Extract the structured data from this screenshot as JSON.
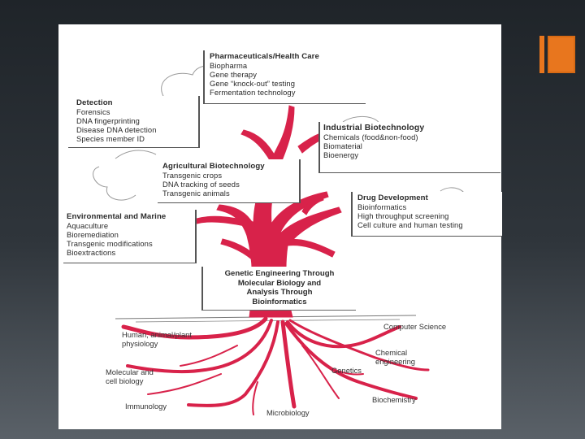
{
  "slide": {
    "boxes": {
      "pharma": {
        "title": "Pharmaceuticals/Health Care",
        "items": [
          "Biopharma",
          "Gene therapy",
          "Gene “knock-out” testing",
          "Fermentation technology"
        ]
      },
      "detection": {
        "title": "Detection",
        "items": [
          "Forensics",
          "DNA fingerprinting",
          "Disease DNA detection",
          "Species member ID"
        ]
      },
      "industrial": {
        "title": "Industrial Biotechnology",
        "items": [
          "Chemicals (food&non-food)",
          "Biomaterial",
          "Bioenergy"
        ]
      },
      "agricultural": {
        "title": "Agricultural Biotechnology",
        "items": [
          "Transgenic crops",
          "DNA tracking of seeds",
          "Transgenic animals"
        ]
      },
      "drug": {
        "title": "Drug Development",
        "items": [
          "Bioinformatics",
          "High throughput screening",
          "Cell culture and human testing"
        ]
      },
      "environmental": {
        "title": "Environmental and Marine",
        "items": [
          "Aquaculture",
          "Bioremediation",
          "Transgenic modifications",
          "Bioextractions"
        ]
      }
    },
    "center": {
      "lines": [
        "Genetic Engineering Through",
        "Molecular Biology and",
        "Analysis Through",
        "Bioinformatics"
      ]
    },
    "roots": {
      "human": [
        "Human, animal/plant",
        "physiology"
      ],
      "computer": "Computer Science",
      "chemical": [
        "Chemical",
        "engineering"
      ],
      "molecular": [
        "Molecular and",
        "cell biology"
      ],
      "genetics": "Genetics",
      "biochemistry": "Biochemistry",
      "immunology": "Immunology",
      "microbiology": "Microbiology"
    },
    "colors": {
      "tree": "#d8224a",
      "accent": "#e8761e",
      "cloud": "#9a9a9a"
    }
  }
}
